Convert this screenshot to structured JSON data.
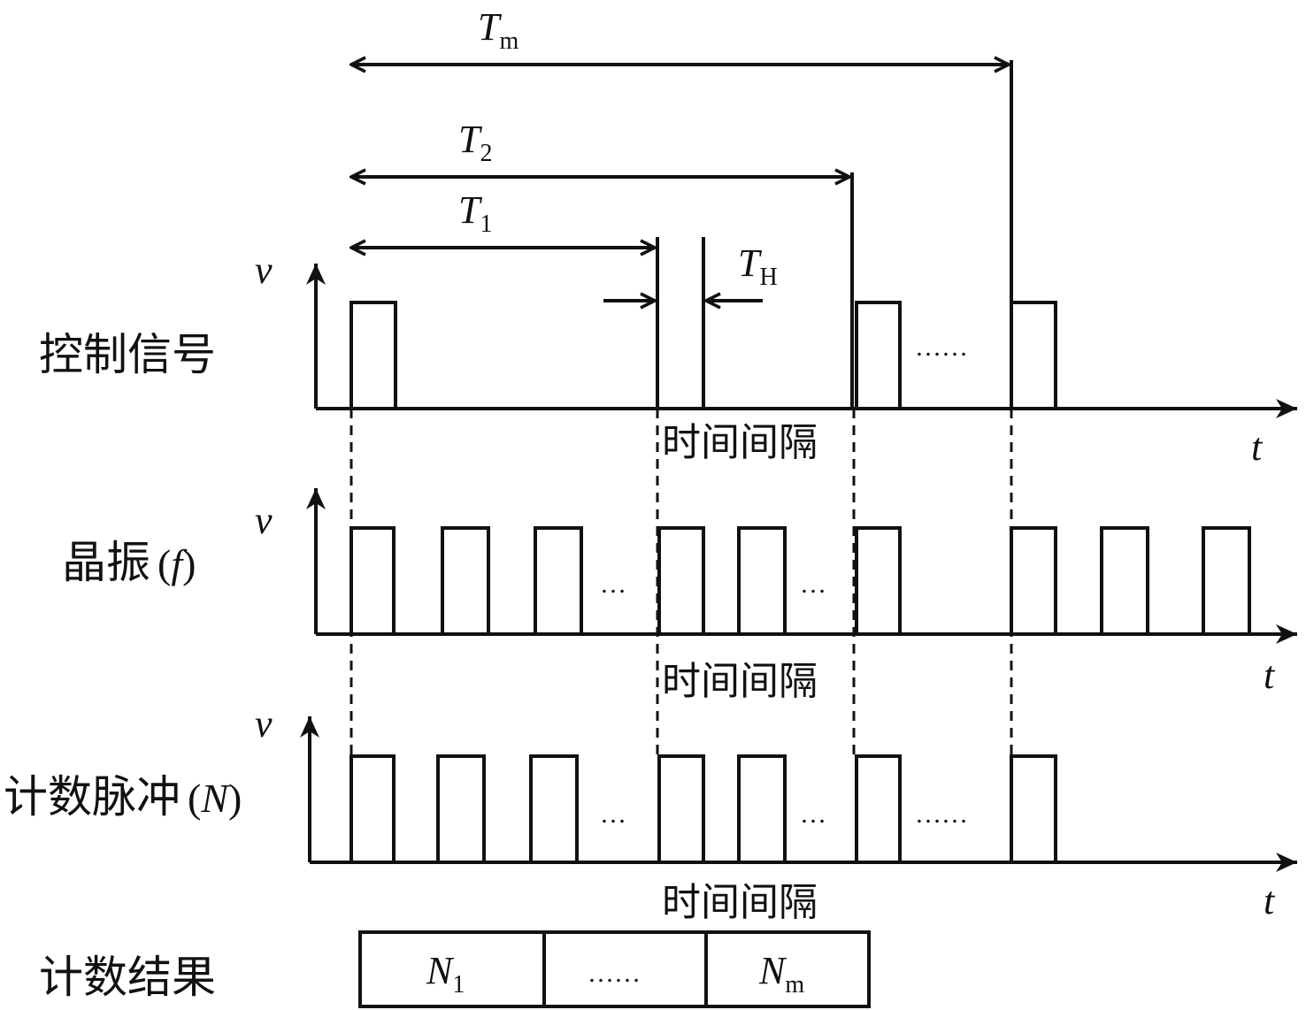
{
  "labels": {
    "control_signal": "控制信号",
    "crystal": "晶振",
    "crystal_var": "f",
    "count_pulse": "计数脉冲",
    "count_pulse_var": "N",
    "count_result": "计数结果",
    "time_interval": "时间间隔",
    "v_axis": "v",
    "t_axis": "t",
    "ellipsis_long": "……",
    "ellipsis_short": "…"
  },
  "intervals": {
    "tm": {
      "main": "T",
      "sub": "m"
    },
    "t2": {
      "main": "T",
      "sub": "2"
    },
    "t1": {
      "main": "T",
      "sub": "1"
    },
    "th": {
      "main": "T",
      "sub": "H"
    }
  },
  "result_cells": [
    {
      "main": "N",
      "sub": "1"
    },
    {
      "main": "……",
      "sub": ""
    },
    {
      "main": "N",
      "sub": "m"
    }
  ]
}
